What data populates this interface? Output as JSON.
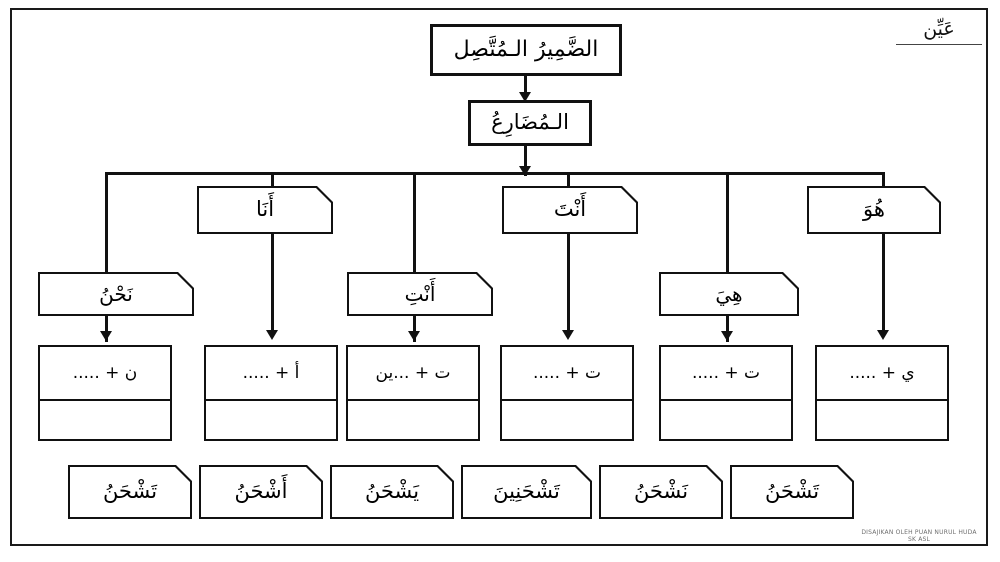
{
  "page": {
    "corner_note": "عَيِّن",
    "watermark_line1": "DISAJIKAN OLEH PUAN NURUL HUDA",
    "watermark_line2": "SK ASL"
  },
  "diagram": {
    "type": "tree",
    "title_box": {
      "label": "الضَّمِيرُ الـمُتَّصِل"
    },
    "subtitle_box": {
      "label": "الـمُضَارِعُ"
    },
    "pronoun_row_upper": [
      {
        "id": "ana",
        "label": "أَنَا"
      },
      {
        "id": "anta",
        "label": "أَنْتَ"
      },
      {
        "id": "huwa",
        "label": "هُوَ"
      }
    ],
    "pronoun_row_lower": [
      {
        "id": "nahnu",
        "label": "نَحْنُ"
      },
      {
        "id": "anti",
        "label": "أَنْتِ"
      },
      {
        "id": "hiya",
        "label": "هِيَ"
      }
    ],
    "formula_boxes": [
      {
        "id": "f-nahnu",
        "label": "ن + ....."
      },
      {
        "id": "f-ana",
        "label": "أ + ....."
      },
      {
        "id": "f-anti",
        "label": "ت + ...ين"
      },
      {
        "id": "f-anta",
        "label": "ت + ....."
      },
      {
        "id": "f-hiya",
        "label": "ت + ....."
      },
      {
        "id": "f-huwa",
        "label": "ي + ....."
      }
    ],
    "answer_boxes": [
      {
        "id": "a1",
        "label": "تَشْحَنُ"
      },
      {
        "id": "a2",
        "label": "أَشْحَنُ"
      },
      {
        "id": "a3",
        "label": "يَشْحَنُ"
      },
      {
        "id": "a4",
        "label": "تَشْحَنِينَ"
      },
      {
        "id": "a5",
        "label": "نَشْحَنُ"
      },
      {
        "id": "a6",
        "label": "تَشْحَنُ"
      }
    ]
  }
}
